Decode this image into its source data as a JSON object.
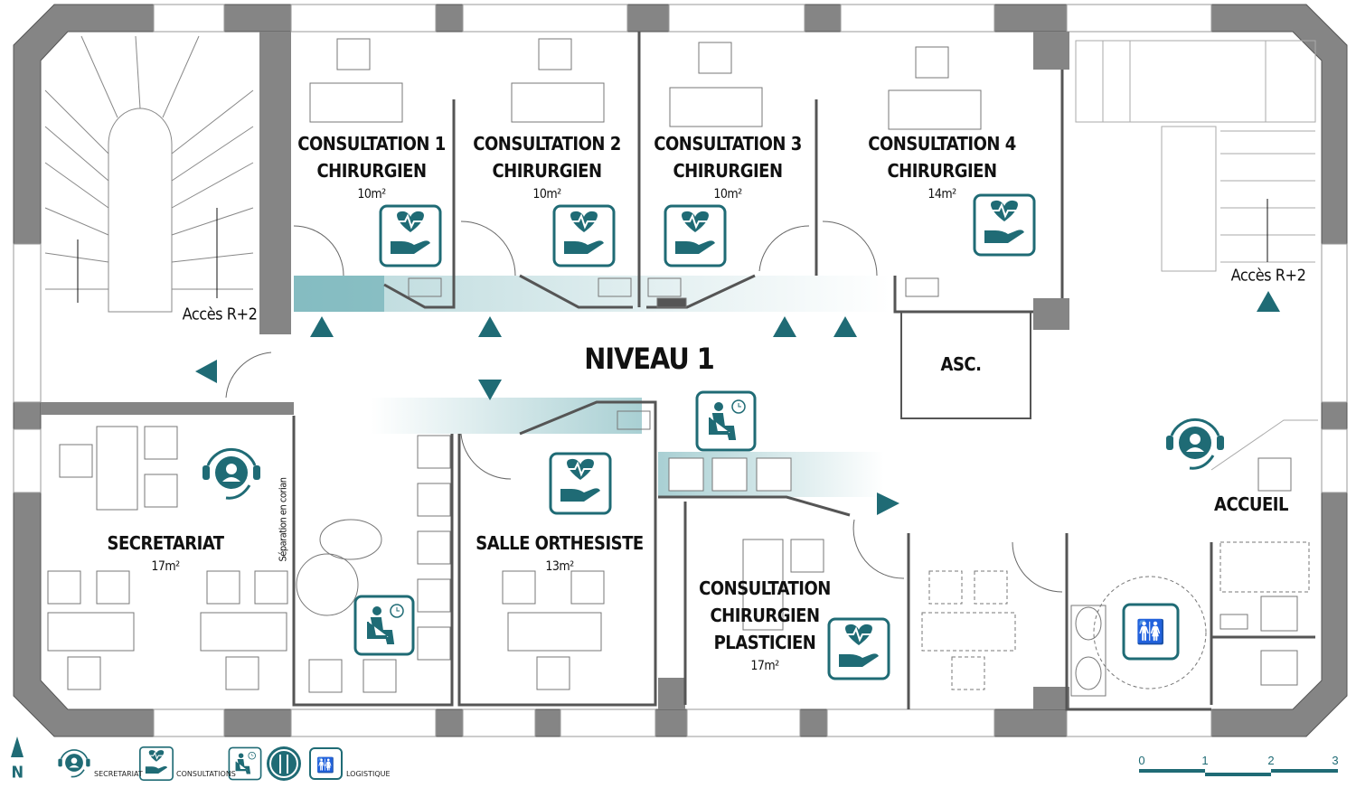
{
  "title": "NIVEAU 1",
  "colors": {
    "accent": "#1f6b75",
    "wall": "#858585"
  },
  "rooms": {
    "c1": {
      "name": "CONSULTATION 1",
      "role": "CHIRURGIEN",
      "area": "10m²"
    },
    "c2": {
      "name": "CONSULTATION 2",
      "role": "CHIRURGIEN",
      "area": "10m²"
    },
    "c3": {
      "name": "CONSULTATION 3",
      "role": "CHIRURGIEN",
      "area": "10m²"
    },
    "c4": {
      "name": "CONSULTATION 4",
      "role": "CHIRURGIEN",
      "area": "14m²"
    },
    "secretariat": {
      "name": "SECRETARIAT",
      "area": "17m²"
    },
    "orthesiste": {
      "name": "SALLE ORTHESISTE",
      "area": "13m²"
    },
    "plasticien": {
      "l1": "CONSULTATION",
      "l2": "CHIRURGIEN",
      "l3": "PLASTICIEN",
      "area": "17m²"
    },
    "accueil": {
      "name": "ACCUEIL"
    },
    "elevator": {
      "name": "ASC."
    }
  },
  "annotations": {
    "stairs_left": "Accès R+2",
    "stairs_right": "Accès R+2",
    "separation": "Séparation en corian"
  },
  "legend": {
    "north": "N",
    "secretariat": "SECRETARIAT",
    "consultations": "CONSULTATIONS",
    "logistique": "LOGISTIQUE"
  },
  "scale": {
    "ticks": [
      "0",
      "1",
      "2",
      "3"
    ]
  }
}
